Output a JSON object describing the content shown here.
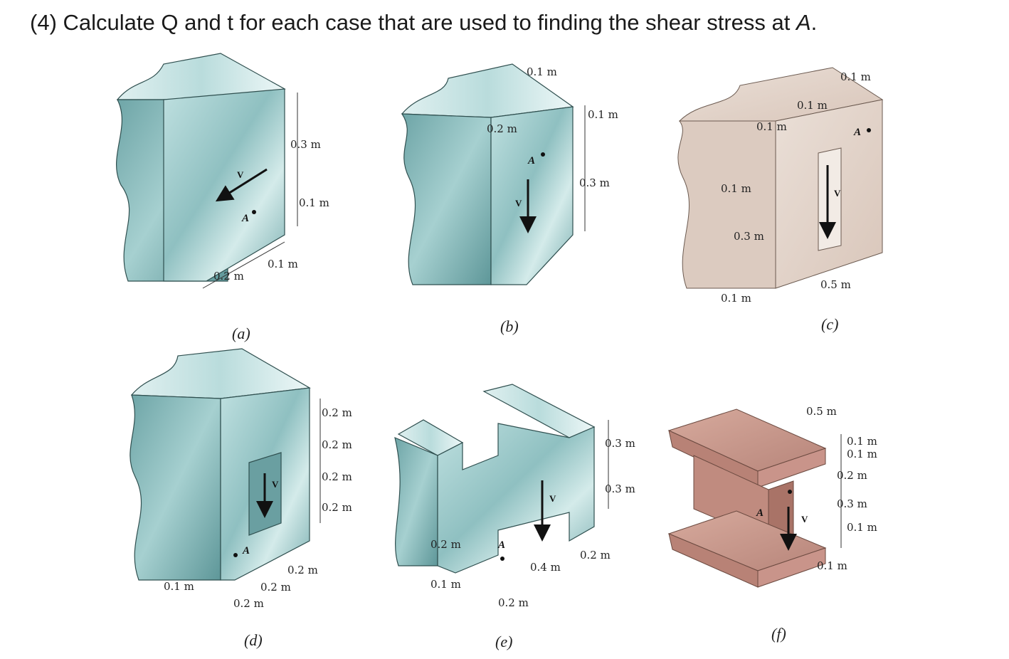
{
  "question": {
    "prefix": "(4)  Calculate Q and t for each case that are used to finding the shear stress at ",
    "point": "A",
    "suffix": "."
  },
  "colors": {
    "steel_front": "#9ccaca",
    "steel_top": "#cfe6e6",
    "steel_side": "#7fb3b4",
    "wood_light": "#e8dcd3",
    "wood_dark": "#c99a8e"
  },
  "figures": {
    "a": {
      "caption": "(a)",
      "point_label": "A",
      "force_label": "V",
      "dims": {
        "height": "0.3 m",
        "point_height": "0.1 m",
        "point_offset": "0.1 m",
        "depth": "0.2 m"
      }
    },
    "b": {
      "caption": "(b)",
      "point_label": "A",
      "force_label": "V",
      "dims": {
        "top_offset": "0.1 m",
        "top_depth": "0.1 m",
        "width": "0.2 m",
        "height": "0.3 m"
      }
    },
    "c": {
      "caption": "(c)",
      "point_label": "A",
      "force_label": "V",
      "dims": {
        "right_flange": "0.1 m",
        "web_gap": "0.1 m",
        "left_flange": "0.1 m",
        "top_plate": "0.1 m",
        "web_height": "0.3 m",
        "bottom_plate": "0.1 m",
        "width": "0.5 m"
      }
    },
    "d": {
      "caption": "(d)",
      "point_label": "A",
      "force_label": "V",
      "dims": {
        "h1": "0.2 m",
        "h2": "0.2 m",
        "h3": "0.2 m",
        "h4": "0.2 m",
        "w1": "0.2 m",
        "w2": "0.2 m",
        "w3": "0.2 m",
        "depth": "0.1 m"
      }
    },
    "e": {
      "caption": "(e)",
      "point_label": "A",
      "force_label": "V",
      "dims": {
        "upper_h": "0.3 m",
        "lower_h": "0.3 m",
        "right_w": "0.2 m",
        "middle_w": "0.4 m",
        "left_h": "0.2 m",
        "left_w": "0.2 m",
        "depth": "0.1 m"
      }
    },
    "f": {
      "caption": "(f)",
      "point_label": "A",
      "force_label": "V",
      "dims": {
        "flange_width": "0.5 m",
        "top_flange": "0.1 m",
        "top_offset": "0.1 m",
        "upper_web": "0.2 m",
        "lower_web": "0.3 m",
        "bottom_flange": "0.1 m",
        "web_thickness": "0.1 m"
      }
    }
  }
}
